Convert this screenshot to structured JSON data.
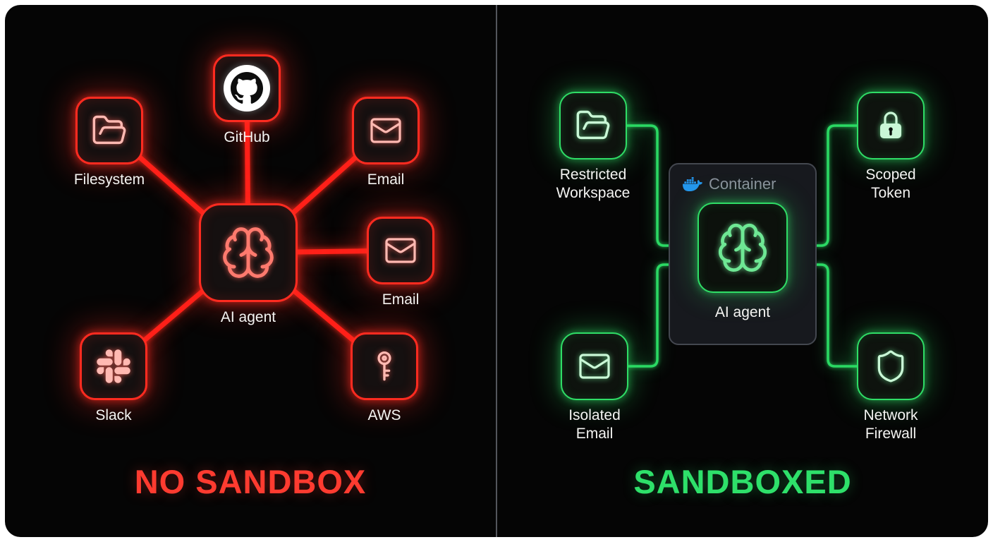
{
  "left_panel": {
    "title": "NO SANDBOX",
    "accent_color": "#ff3b30",
    "center": {
      "label": "AI agent",
      "icon": "brain-icon"
    },
    "nodes": [
      {
        "id": "filesystem",
        "label": "Filesystem",
        "icon": "folder-icon"
      },
      {
        "id": "github",
        "label": "GitHub",
        "icon": "github-icon"
      },
      {
        "id": "email-top",
        "label": "Email",
        "icon": "mail-icon"
      },
      {
        "id": "email-right",
        "label": "Email",
        "icon": "mail-icon"
      },
      {
        "id": "slack",
        "label": "Slack",
        "icon": "slack-icon"
      },
      {
        "id": "aws",
        "label": "AWS",
        "icon": "key-icon"
      }
    ]
  },
  "right_panel": {
    "title": "SANDBOXED",
    "accent_color": "#2ee06a",
    "container": {
      "label": "Container",
      "icon": "docker-icon"
    },
    "center": {
      "label": "AI agent",
      "icon": "brain-icon"
    },
    "nodes": [
      {
        "id": "restricted-workspace",
        "label": "Restricted\nWorkspace",
        "icon": "folder-icon"
      },
      {
        "id": "scoped-token",
        "label": "Scoped\nToken",
        "icon": "lock-icon"
      },
      {
        "id": "isolated-email",
        "label": "Isolated\nEmail",
        "icon": "mail-icon"
      },
      {
        "id": "network-firewall",
        "label": "Network\nFirewall",
        "icon": "shield-icon"
      }
    ]
  }
}
